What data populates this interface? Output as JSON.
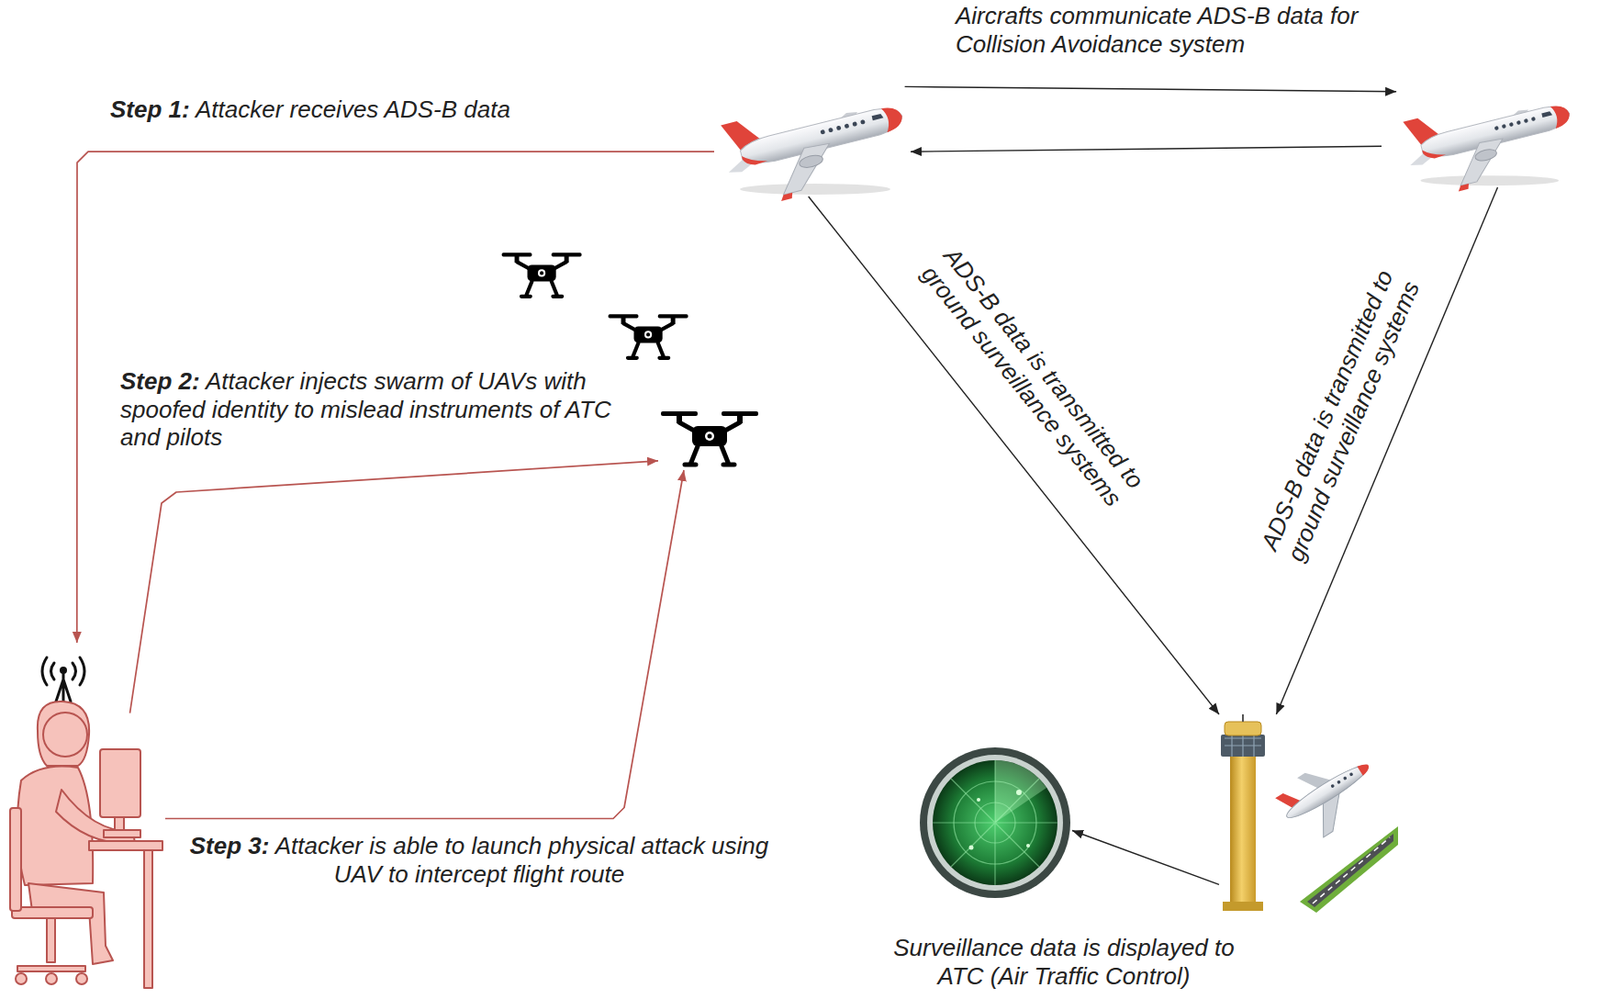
{
  "diagram": {
    "nodes": [
      {},
      {},
      {},
      {},
      {},
      {
        "text": [
          "Surveillance data is displayed to ATC (Air Traffic Control)"
        ]
      }
    ],
    "edges": [
      {
        "from": 0,
        "to": 1,
        "arrow": "to",
        "label": "Aircrafts communicate ADS-B data for Collision Avoidance system"
      },
      {
        "from": 1,
        "to": 0,
        "arrow": "to"
      },
      {
        "from": 0,
        "to": 2,
        "arrow": "to",
        "label": "Step 1: Attacker receives ADS-B data"
      },
      {
        "from": 2,
        "to": 3,
        "arrow": "to",
        "label": "Step 2: Attacker injects swarm of UAVs with spoofed identity to mislead instruments of ATC and pilots"
      },
      {
        "from": 2,
        "to": 3,
        "arrow": "to",
        "label": "Step 3: Attacker is able to launch physical attack using UAV to intercept flight route"
      },
      {
        "from": 0,
        "to": 4,
        "arrow": "to",
        "label": "ADS-B data is transmitted to ground surveillance systems"
      },
      {
        "from": 1,
        "to": 4,
        "arrow": "to",
        "label": "ADS-B data is transmitted to ground surveillance systems"
      },
      {
        "from": 4,
        "to": 5,
        "arrow": "to"
      }
    ]
  }
}
